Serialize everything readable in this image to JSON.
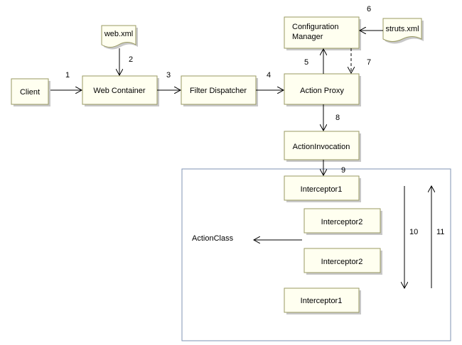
{
  "nodes": {
    "client": "Client",
    "web_container": "Web Container",
    "filter_dispatcher": "Filter Dispatcher",
    "action_proxy": "Action Proxy",
    "config_manager_line1": "Configuration",
    "config_manager_line2": "Manager",
    "action_invocation": "ActionInvocation",
    "interceptor1_top": "Interceptor1",
    "interceptor2_top": "Interceptor2",
    "interceptor2_bottom": "Interceptor2",
    "interceptor1_bottom": "Interceptor1",
    "action_class": "ActionClass"
  },
  "documents": {
    "web_xml": "web.xml",
    "struts_xml": "struts.xml"
  },
  "step_labels": {
    "s1": "1",
    "s2": "2",
    "s3": "3",
    "s4": "4",
    "s5": "5",
    "s6": "6",
    "s7": "7",
    "s8": "8",
    "s9": "9",
    "s10": "10",
    "s11": "11"
  },
  "colors": {
    "box_fill": "#fffff0",
    "box_stroke": "#9a9a62",
    "shadow": "#c8c8c8",
    "frame": "#7f93b3",
    "line": "#000000"
  }
}
